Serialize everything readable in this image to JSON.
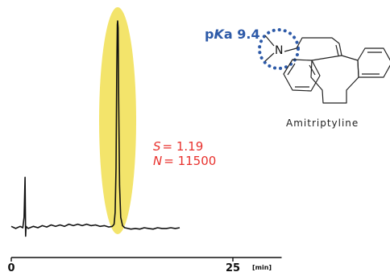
{
  "chart_data": {
    "type": "line",
    "title": "",
    "xlabel": "",
    "ylabel": "",
    "x_unit": "[min]",
    "xlim": [
      0,
      30.5
    ],
    "ylim": [
      -0.3,
      3.2
    ],
    "x_ticks": [
      0,
      25
    ],
    "grid": false,
    "highlight": {
      "center": 12.0,
      "color": "#f3e46b"
    },
    "series": [
      {
        "points": [
          [
            0.0,
            0.02
          ],
          [
            0.5,
            -0.01
          ],
          [
            1.0,
            0.02
          ],
          [
            1.3,
            0.0
          ],
          [
            1.45,
            0.15
          ],
          [
            1.55,
            0.72
          ],
          [
            1.62,
            -0.12
          ],
          [
            1.66,
            0.02
          ],
          [
            1.9,
            -0.01
          ],
          [
            2.5,
            0.02
          ],
          [
            3.0,
            0.0
          ],
          [
            3.5,
            0.03
          ],
          [
            4.0,
            0.01
          ],
          [
            4.5,
            0.04
          ],
          [
            5.0,
            0.02
          ],
          [
            5.5,
            0.04
          ],
          [
            6.0,
            0.02
          ],
          [
            6.5,
            0.05
          ],
          [
            7.0,
            0.03
          ],
          [
            7.5,
            0.05
          ],
          [
            8.0,
            0.03
          ],
          [
            8.5,
            0.05
          ],
          [
            9.0,
            0.03
          ],
          [
            9.5,
            0.04
          ],
          [
            10.0,
            0.02
          ],
          [
            10.5,
            0.03
          ],
          [
            11.0,
            0.01
          ],
          [
            11.4,
            0.02
          ],
          [
            11.6,
            0.05
          ],
          [
            11.72,
            0.22
          ],
          [
            11.82,
            0.85
          ],
          [
            11.9,
            2.2
          ],
          [
            11.96,
            2.9
          ],
          [
            12.0,
            2.95
          ],
          [
            12.05,
            2.85
          ],
          [
            12.12,
            1.8
          ],
          [
            12.22,
            0.6
          ],
          [
            12.35,
            0.15
          ],
          [
            12.55,
            0.03
          ],
          [
            12.8,
            0.0
          ],
          [
            13.5,
            -0.02
          ],
          [
            14.0,
            -0.01
          ],
          [
            14.5,
            -0.02
          ],
          [
            15.0,
            0.0
          ],
          [
            15.5,
            -0.01
          ],
          [
            16.0,
            -0.02
          ],
          [
            16.5,
            0.0
          ],
          [
            17.0,
            -0.01
          ],
          [
            17.5,
            -0.01
          ],
          [
            18.0,
            0.0
          ],
          [
            18.5,
            -0.01
          ],
          [
            19.0,
            0.0
          ]
        ]
      }
    ]
  },
  "annotations": {
    "s_symbol": "S",
    "s_value": "= 1.19",
    "n_symbol": "N",
    "n_value": "= 11500",
    "stat_color": "#e8322e",
    "pka_label": "pKa 9.4",
    "pka_p": "p",
    "pka_k": "K",
    "pka_rest": "a 9.4",
    "pka_color": "#2d5aa8",
    "compound_name": "Amitriptyline",
    "nitrogen_label": "N",
    "nitrogen_halo_color": "#2d5aa8"
  }
}
